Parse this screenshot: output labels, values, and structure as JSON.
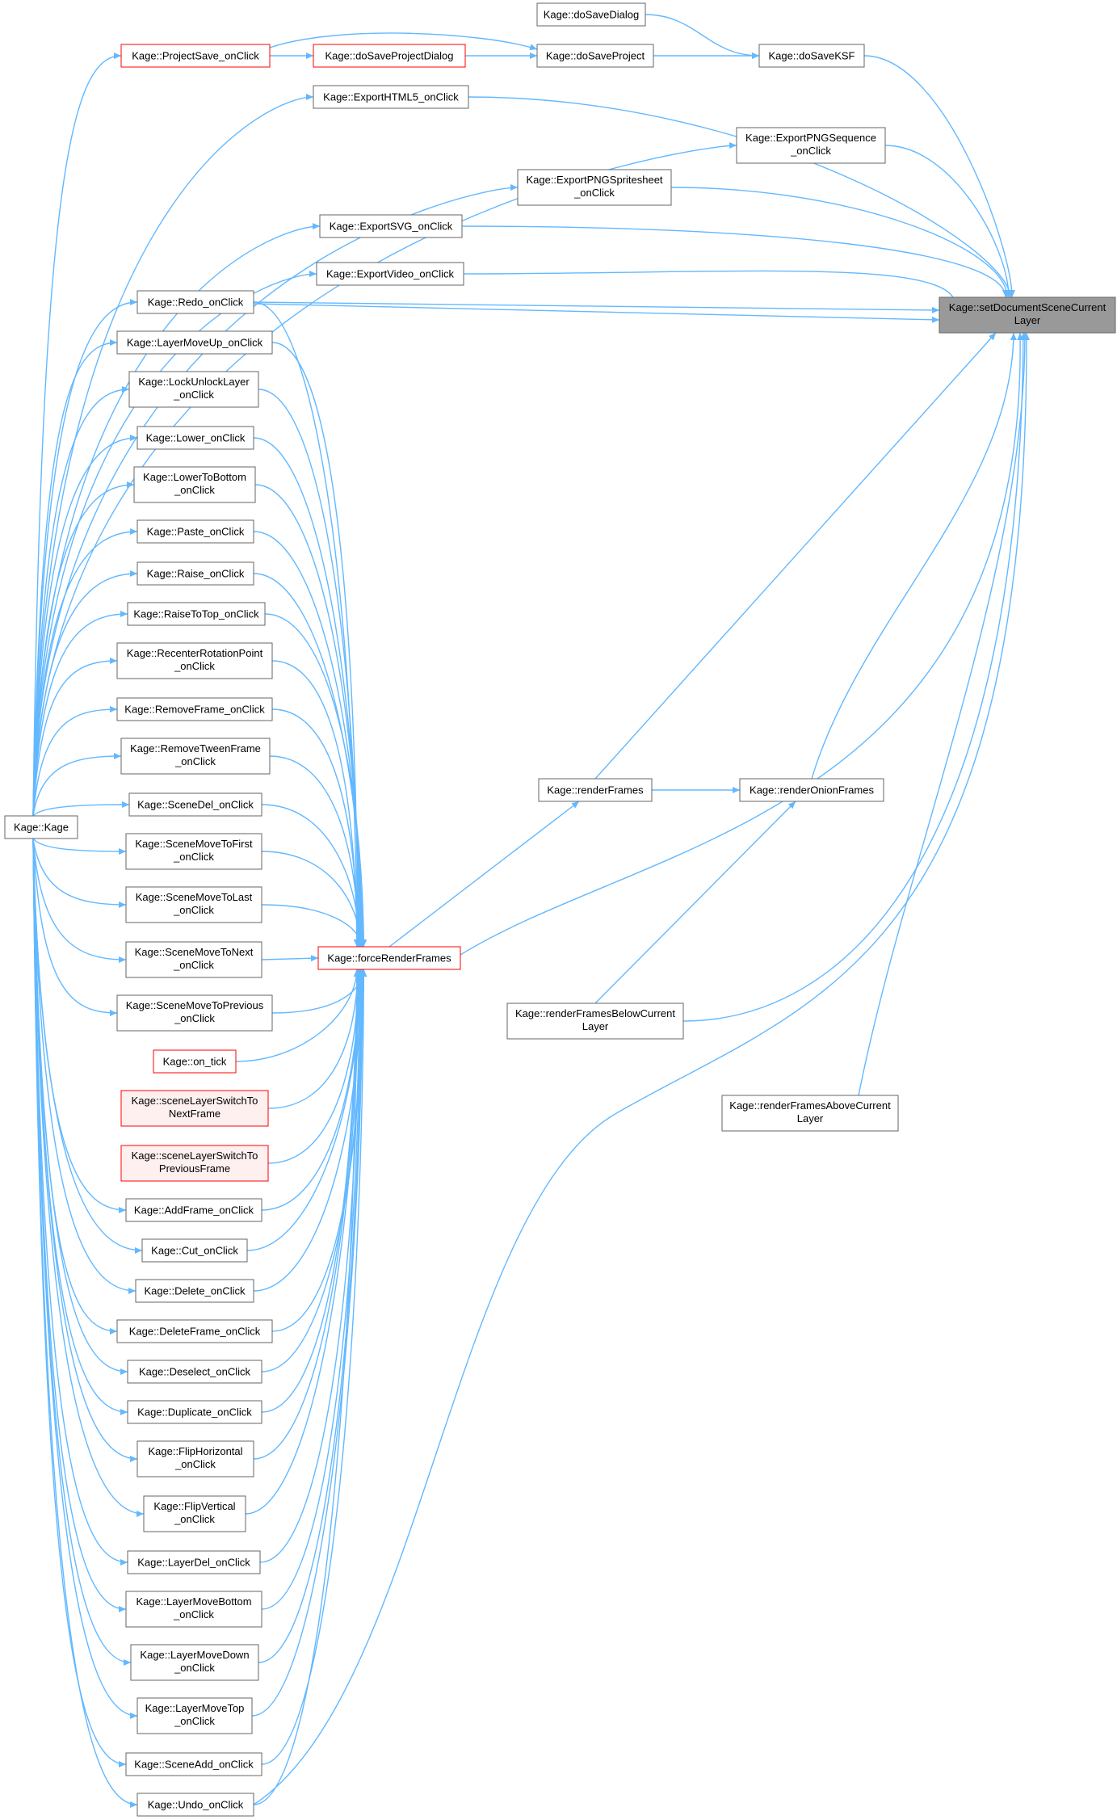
{
  "colors": {
    "edge": "#63b8ff",
    "node_border": "#666666",
    "node_red_border": "#ff0000",
    "root_fill": "#999999",
    "red_fill": "#fff0f0"
  },
  "nodes": {
    "root": [
      "Kage::setDocumentSceneCurrent",
      "Layer"
    ],
    "doSaveDialog": [
      "Kage::doSaveDialog"
    ],
    "doSaveProject": [
      "Kage::doSaveProject"
    ],
    "doSaveKSF": [
      "Kage::doSaveKSF"
    ],
    "projectSave": [
      "Kage::ProjectSave_onClick"
    ],
    "doSaveProjectDialog": [
      "Kage::doSaveProjectDialog"
    ],
    "exportHTML5": [
      "Kage::ExportHTML5_onClick"
    ],
    "exportPNGSeq": [
      "Kage::ExportPNGSequence",
      "_onClick"
    ],
    "exportPNGSprite": [
      "Kage::ExportPNGSpritesheet",
      "_onClick"
    ],
    "exportSVG": [
      "Kage::ExportSVG_onClick"
    ],
    "exportVideo": [
      "Kage::ExportVideo_onClick"
    ],
    "redo": [
      "Kage::Redo_onClick"
    ],
    "layerMoveUp": [
      "Kage::LayerMoveUp_onClick"
    ],
    "lockUnlock": [
      "Kage::LockUnlockLayer",
      "_onClick"
    ],
    "lower": [
      "Kage::Lower_onClick"
    ],
    "lowerBottom": [
      "Kage::LowerToBottom",
      "_onClick"
    ],
    "paste": [
      "Kage::Paste_onClick"
    ],
    "raise": [
      "Kage::Raise_onClick"
    ],
    "raiseTop": [
      "Kage::RaiseToTop_onClick"
    ],
    "recenter": [
      "Kage::RecenterRotationPoint",
      "_onClick"
    ],
    "removeFrame": [
      "Kage::RemoveFrame_onClick"
    ],
    "removeTween": [
      "Kage::RemoveTweenFrame",
      "_onClick"
    ],
    "sceneDel": [
      "Kage::SceneDel_onClick"
    ],
    "sceneFirst": [
      "Kage::SceneMoveToFirst",
      "_onClick"
    ],
    "sceneLast": [
      "Kage::SceneMoveToLast",
      "_onClick"
    ],
    "sceneNext": [
      "Kage::SceneMoveToNext",
      "_onClick"
    ],
    "scenePrev": [
      "Kage::SceneMoveToPrevious",
      "_onClick"
    ],
    "onTick": [
      "Kage::on_tick"
    ],
    "sceneLayerNext": [
      "Kage::sceneLayerSwitchTo",
      "NextFrame"
    ],
    "sceneLayerPrev": [
      "Kage::sceneLayerSwitchTo",
      "PreviousFrame"
    ],
    "addFrame": [
      "Kage::AddFrame_onClick"
    ],
    "cut": [
      "Kage::Cut_onClick"
    ],
    "delete": [
      "Kage::Delete_onClick"
    ],
    "deleteFrame": [
      "Kage::DeleteFrame_onClick"
    ],
    "deselect": [
      "Kage::Deselect_onClick"
    ],
    "duplicate": [
      "Kage::Duplicate_onClick"
    ],
    "flipH": [
      "Kage::FlipHorizontal",
      "_onClick"
    ],
    "flipV": [
      "Kage::FlipVertical",
      "_onClick"
    ],
    "layerDel": [
      "Kage::LayerDel_onClick"
    ],
    "layerBottom": [
      "Kage::LayerMoveBottom",
      "_onClick"
    ],
    "layerDown": [
      "Kage::LayerMoveDown",
      "_onClick"
    ],
    "layerTop": [
      "Kage::LayerMoveTop",
      "_onClick"
    ],
    "sceneAdd": [
      "Kage::SceneAdd_onClick"
    ],
    "undo": [
      "Kage::Undo_onClick"
    ],
    "kage": [
      "Kage::Kage"
    ],
    "forceRender": [
      "Kage::forceRenderFrames"
    ],
    "renderFrames": [
      "Kage::renderFrames"
    ],
    "renderOnion": [
      "Kage::renderOnionFrames"
    ],
    "renderBelow": [
      "Kage::renderFramesBelowCurrent",
      "Layer"
    ],
    "renderAbove": [
      "Kage::renderFramesAboveCurrent",
      "Layer"
    ]
  }
}
